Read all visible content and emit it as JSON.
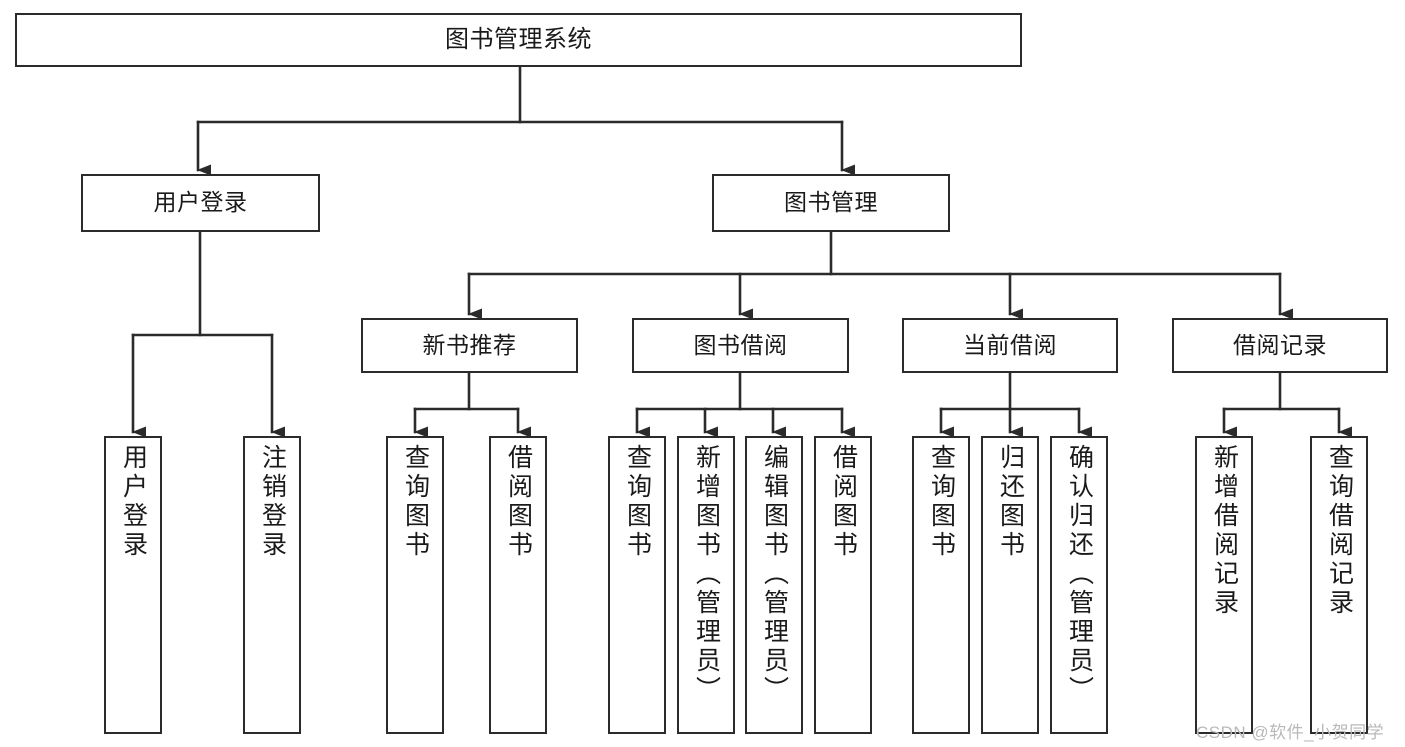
{
  "diagram": {
    "title": "图书管理系统",
    "type": "tree",
    "orientation": "top-down",
    "colors": {
      "box_border": "#2b2b2b",
      "box_fill": "#ffffff",
      "edge": "#2b2b2b",
      "text": "#1a1a1a",
      "background": "#ffffff",
      "watermark": "#b9b9b9"
    }
  },
  "nodes": {
    "root": {
      "label": "图书管理系统"
    },
    "level2": [
      {
        "label": "用户登录"
      },
      {
        "label": "图书管理"
      }
    ],
    "level3": [
      {
        "label": "新书推荐"
      },
      {
        "label": "图书借阅"
      },
      {
        "label": "当前借阅"
      },
      {
        "label": "借阅记录"
      }
    ],
    "leaves": {
      "user_login": [
        {
          "label": "用户登录"
        },
        {
          "label": "注销登录"
        }
      ],
      "new_book_recommend": [
        {
          "label": "查询图书"
        },
        {
          "label": "借阅图书"
        }
      ],
      "book_borrow": [
        {
          "label": "查询图书"
        },
        {
          "label": "新增图书（管理员）"
        },
        {
          "label": "编辑图书（管理员）"
        },
        {
          "label": "借阅图书"
        }
      ],
      "current_borrow": [
        {
          "label": "查询图书"
        },
        {
          "label": "归还图书"
        },
        {
          "label": "确认归还（管理员）"
        }
      ],
      "borrow_record": [
        {
          "label": "新增借阅记录"
        },
        {
          "label": "查询借阅记录"
        }
      ]
    }
  },
  "watermark": {
    "text": "CSDN @软件_小贺同学"
  }
}
